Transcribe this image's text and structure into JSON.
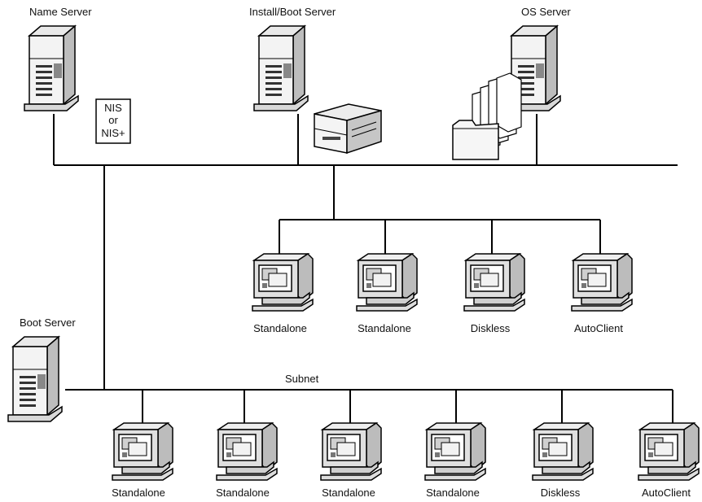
{
  "labels": {
    "name_server": "Name Server",
    "install_boot_server": "Install/Boot Server",
    "os_server": "OS Server",
    "boot_server": "Boot Server",
    "subnet": "Subnet"
  },
  "nis_box": {
    "line1": "NIS",
    "line2": "or",
    "line3": "NIS+"
  },
  "upper_clients": [
    "Standalone",
    "Standalone",
    "Diskless",
    "AutoClient"
  ],
  "lower_clients": [
    "Standalone",
    "Standalone",
    "Standalone",
    "Standalone",
    "Diskless",
    "AutoClient"
  ]
}
